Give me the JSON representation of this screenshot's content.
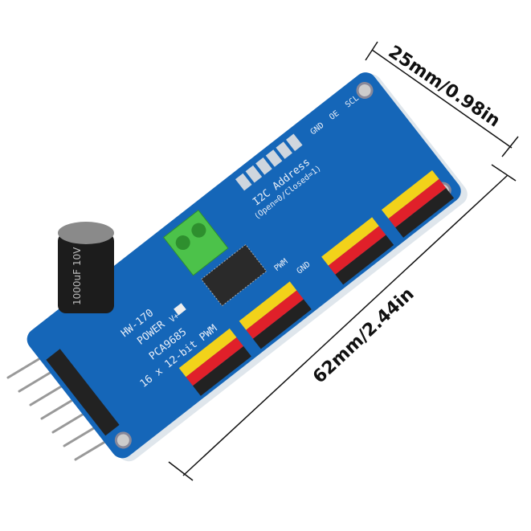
{
  "dimensions": {
    "width_label": "25mm/0.98in",
    "length_label": "62mm/2.44in"
  },
  "board": {
    "model_label": "HW-170",
    "power_label": "POWER",
    "vplus_label": "V+",
    "chip_label": "PCA9685",
    "pwm_label": "16 x 12-bit PWM",
    "i2c_label": "I2C Address",
    "i2c_sub_label": "(Open=0/Closed=1)",
    "pin_labels": [
      "GND",
      "OE",
      "SCL"
    ],
    "header_gnd_label": "GND",
    "pwm_short_label": "PWM",
    "capacitor_label": "1000uF 10V",
    "colors": {
      "pcb": "#1566b8",
      "terminal": "#4cc24a",
      "header_yellow": "#f2d21a",
      "header_red": "#e0202a",
      "header_black": "#222222"
    }
  }
}
